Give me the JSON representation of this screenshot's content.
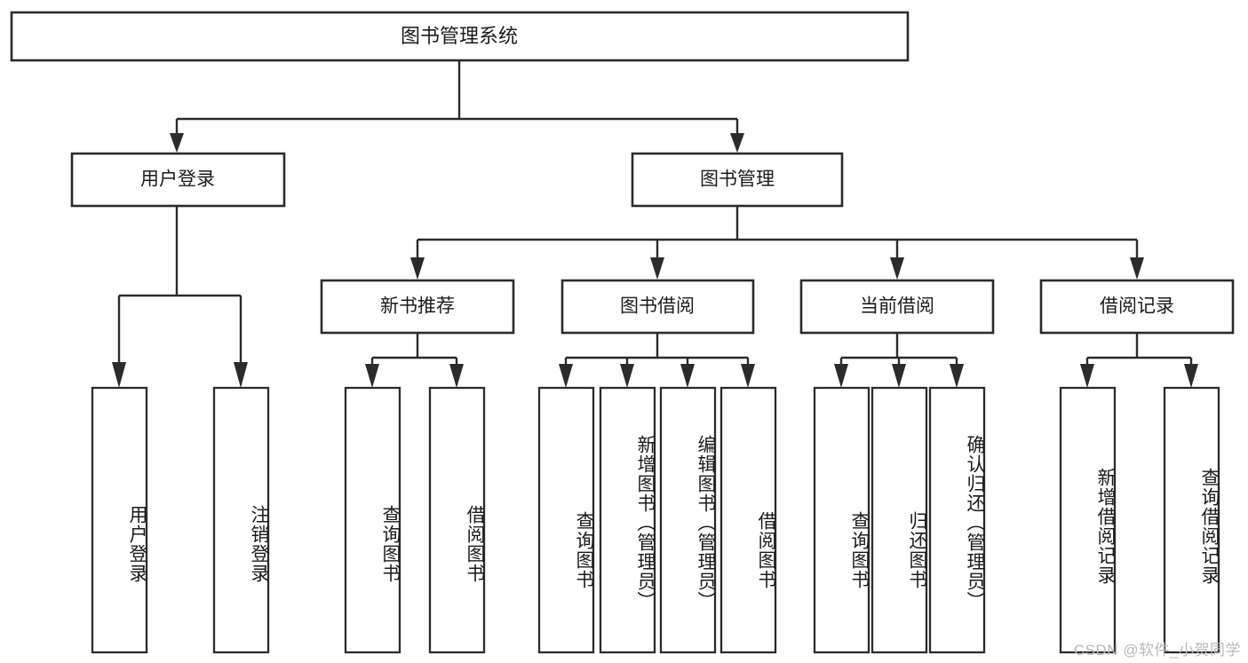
{
  "diagram": {
    "type": "tree-hierarchy",
    "title": "图书管理系统",
    "orientation": "top-down",
    "colors": {
      "box_stroke": "#2b2b2b",
      "box_fill": "#ffffff",
      "connector": "#2b2b2b",
      "text": "#1b1b1b",
      "watermark": "#b9b9b9",
      "background": "#ffffff"
    },
    "root": {
      "id": "root",
      "label": "图书管理系统"
    },
    "level2": [
      {
        "id": "user-login",
        "label": "用户登录"
      },
      {
        "id": "book-manage",
        "label": "图书管理"
      }
    ],
    "level3": [
      {
        "id": "new-book-recommend",
        "label": "新书推荐",
        "parent": "book-manage"
      },
      {
        "id": "book-borrow",
        "label": "图书借阅",
        "parent": "book-manage"
      },
      {
        "id": "current-borrow",
        "label": "当前借阅",
        "parent": "book-manage"
      },
      {
        "id": "borrow-record",
        "label": "借阅记录",
        "parent": "book-manage"
      }
    ],
    "leaves": [
      {
        "id": "leaf-user-login",
        "label": "用户登录",
        "parent": "user-login"
      },
      {
        "id": "leaf-logout",
        "label": "注销登录",
        "parent": "user-login"
      },
      {
        "id": "leaf-query-book-1",
        "label": "查询图书",
        "parent": "new-book-recommend"
      },
      {
        "id": "leaf-borrow-book-1",
        "label": "借阅图书",
        "parent": "new-book-recommend"
      },
      {
        "id": "leaf-query-book-2",
        "label": "查询图书",
        "parent": "book-borrow"
      },
      {
        "id": "leaf-add-book",
        "label": "新增图书（管理员）",
        "parent": "book-borrow"
      },
      {
        "id": "leaf-edit-book",
        "label": "编辑图书（管理员）",
        "parent": "book-borrow"
      },
      {
        "id": "leaf-borrow-book-2",
        "label": "借阅图书",
        "parent": "book-borrow"
      },
      {
        "id": "leaf-query-book-3",
        "label": "查询图书",
        "parent": "current-borrow"
      },
      {
        "id": "leaf-return-book",
        "label": "归还图书",
        "parent": "current-borrow"
      },
      {
        "id": "leaf-confirm-return",
        "label": "确认归还（管理员）",
        "parent": "current-borrow"
      },
      {
        "id": "leaf-add-record",
        "label": "新增借阅记录",
        "parent": "borrow-record"
      },
      {
        "id": "leaf-query-record",
        "label": "查询借阅记录",
        "parent": "borrow-record"
      }
    ]
  },
  "watermark": {
    "text": "CSDN @软件_小贺同学"
  }
}
